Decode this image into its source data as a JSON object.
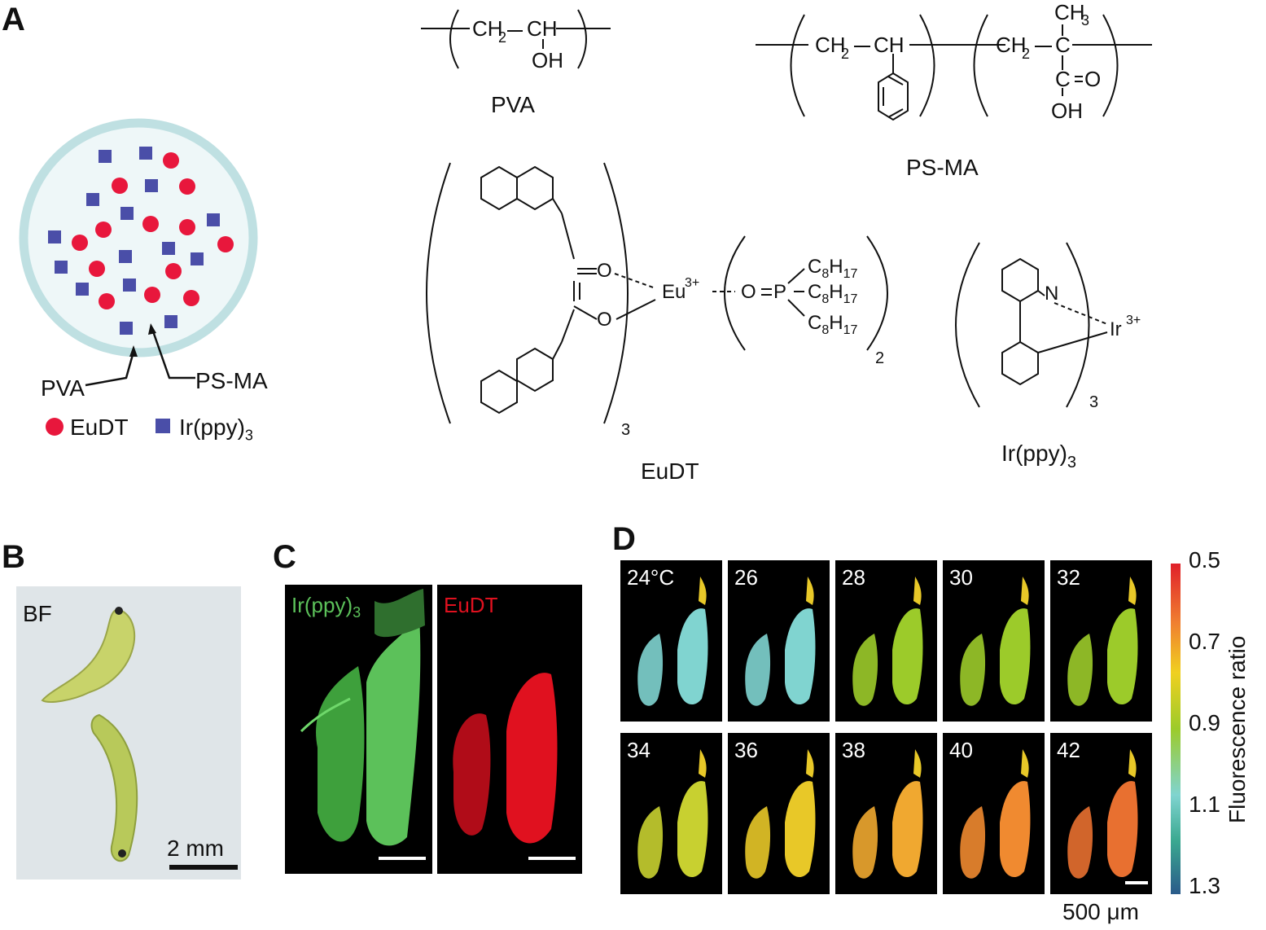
{
  "panels": {
    "a": "A",
    "b": "B",
    "c": "C",
    "d": "D"
  },
  "panel_a": {
    "particle": {
      "pva_label": "PVA",
      "psma_label": "PS-MA"
    },
    "legend": {
      "eudt": "EuDT",
      "irppy_base": "Ir(ppy)",
      "irppy_sub": "3"
    },
    "structures": {
      "pva": {
        "name": "PVA",
        "ch2": "CH",
        "ch2_sub": "2",
        "ch": "CH",
        "oh": "OH"
      },
      "psma": {
        "name": "PS-MA",
        "ch3": "CH",
        "ch3_sub": "3",
        "ch2": "CH",
        "ch2_sub": "2",
        "ch": "CH",
        "c": "C",
        "o": "O",
        "oh": "OH"
      },
      "eudt": {
        "name": "EuDT",
        "eu": "Eu",
        "eu_sup": "3+",
        "o": "O",
        "p": "P",
        "c8h17_c": "C",
        "c8h17_8": "8",
        "c8h17_h": "H",
        "c8h17_17": "17",
        "sub3": "3",
        "sub2": "2"
      },
      "irppy": {
        "name_base": "Ir(ppy)",
        "name_sub": "3",
        "ir": "Ir",
        "ir_sup": "3+",
        "n": "N",
        "sub3": "3"
      }
    },
    "colors": {
      "eudt": "#e8173c",
      "irppy": "#4a4ea8",
      "particle_fill": "#eef7f8",
      "particle_rim": "#bfe0e2"
    }
  },
  "panel_b": {
    "label": "BF",
    "scale": "2 mm"
  },
  "panel_c": {
    "green_base": "Ir(ppy)",
    "green_sub": "3",
    "red_label": "EuDT",
    "colors": {
      "green": "#5cc15a",
      "red": "#e0111f"
    }
  },
  "panel_d": {
    "tiles": [
      "24°C",
      "26",
      "28",
      "30",
      "32",
      "34",
      "36",
      "38",
      "40",
      "42"
    ],
    "colorbar": {
      "ticks": [
        "0.5",
        "0.7",
        "0.9",
        "1.1",
        "1.3"
      ],
      "title": "Fluorescence ratio"
    },
    "scale": "500 μm"
  }
}
